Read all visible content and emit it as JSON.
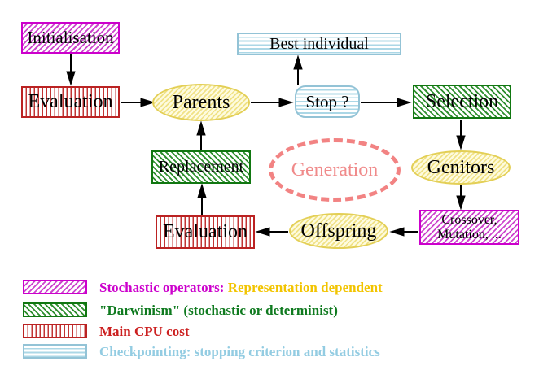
{
  "nodes": {
    "initialisation": {
      "label": "Initialisation"
    },
    "evaluation_top": {
      "label": "Evaluation"
    },
    "parents": {
      "label": "Parents"
    },
    "best_individual": {
      "label": "Best individual"
    },
    "stop": {
      "label": "Stop ?"
    },
    "selection": {
      "label": "Selection"
    },
    "genitors": {
      "label": "Genitors"
    },
    "crossover": {
      "line1": "Crossover,",
      "line2": "Mutation, ..."
    },
    "offspring": {
      "label": "Offspring"
    },
    "evaluation_bottom": {
      "label": "Evaluation"
    },
    "replacement": {
      "label": "Replacement"
    },
    "generation": {
      "label": "Generation"
    }
  },
  "legend": {
    "items": [
      {
        "swatch": "magenta-hatch",
        "label": "Stochastic operators:",
        "label2": " Representation dependent"
      },
      {
        "swatch": "green-hatch",
        "label": "\"Darwinism\" (stochastic or determinist)"
      },
      {
        "swatch": "red-vertical-stripes",
        "label": "Main CPU cost"
      },
      {
        "swatch": "cyan-horizontal-stripes",
        "label": "Checkpointing: stopping criterion and statistics"
      }
    ]
  },
  "colors": {
    "magenta": "#cc00cc",
    "green": "#117711",
    "red": "#bb2222",
    "cyan": "#93c3d6",
    "yellow_border": "#e3cf56",
    "coral_dashed": "#f28383",
    "gold_text": "#f2c400",
    "arrow": "#000000"
  }
}
